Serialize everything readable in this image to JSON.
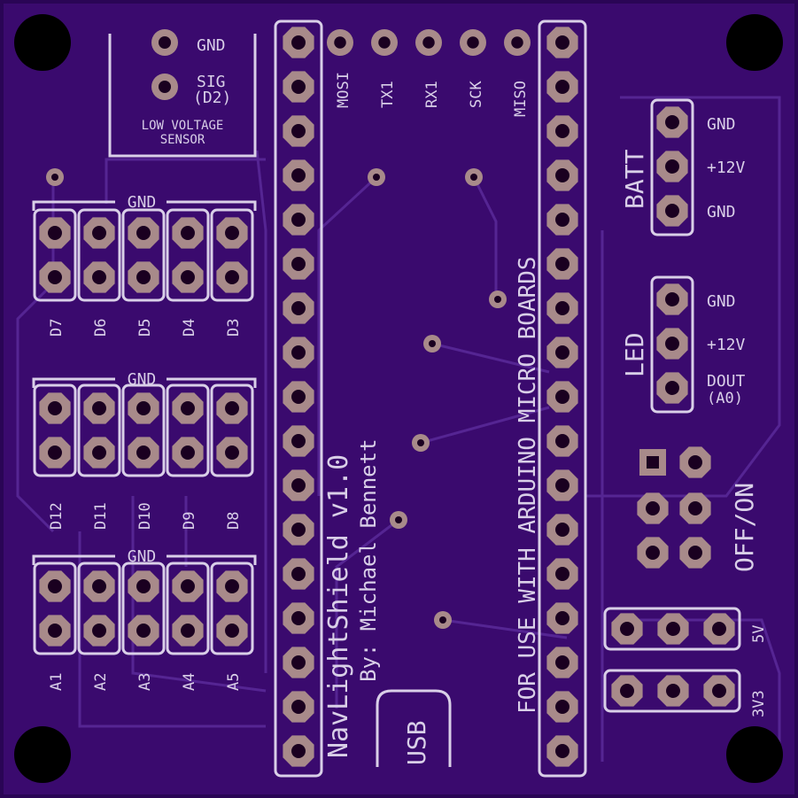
{
  "colors": {
    "board": "#3a0a6e",
    "board_edge": "#2a0555",
    "trace": "#5a2a9a",
    "silk": "#d9cfe8",
    "pad": "#a88a8a",
    "pad_hole": "#1a0020",
    "drill": "#000000"
  },
  "sensor": {
    "pin_labels": [
      "GND",
      "SIG",
      "(D2)"
    ],
    "title_line1": "LOW VOLTAGE",
    "title_line2": "SENSOR"
  },
  "spi_labels": [
    "MOSI",
    "TX1",
    "RX1",
    "SCK",
    "MISO"
  ],
  "headers": {
    "gnd_label": "GND",
    "digital_top": [
      "D7",
      "D6",
      "D5",
      "D4",
      "D3"
    ],
    "digital_mid": [
      "D12",
      "D11",
      "D10",
      "D9",
      "D8"
    ],
    "analog": [
      "A1",
      "A2",
      "A3",
      "A4",
      "A5"
    ]
  },
  "title": {
    "name": "NavLightShield v1.0",
    "author": "By: Michael Bennett",
    "note": "FOR USE WITH ARDUINO MICRO BOARDS",
    "usb": "USB"
  },
  "batt": {
    "label": "BATT",
    "pins": [
      "GND",
      "+12V",
      "GND"
    ]
  },
  "led": {
    "label": "LED",
    "pins": [
      "GND",
      "+12V",
      "DOUT",
      "(A0)"
    ]
  },
  "switch_label": "OFF/ON",
  "power": {
    "row1": "5V",
    "row2": "3V3"
  }
}
